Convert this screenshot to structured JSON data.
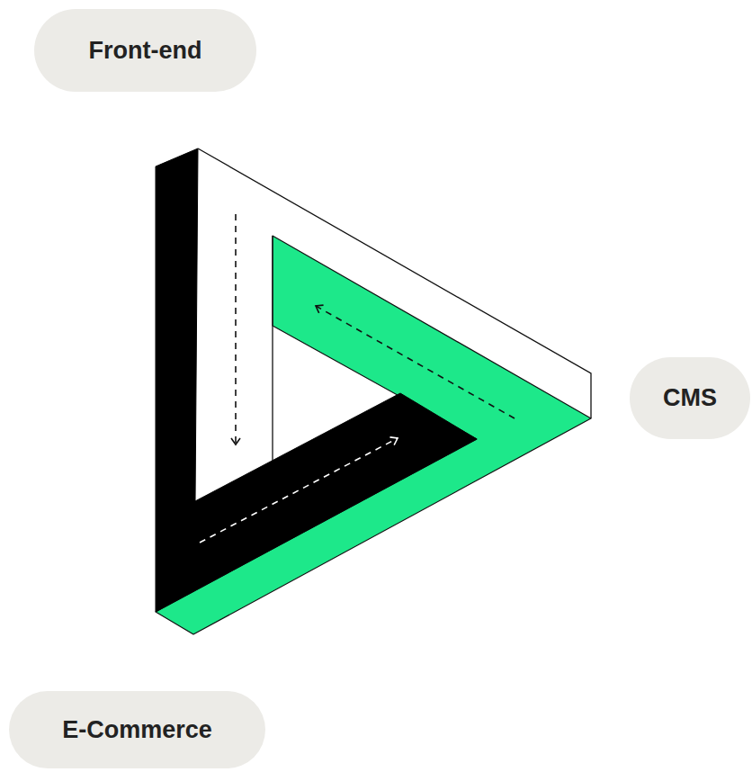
{
  "diagram": {
    "nodes": [
      {
        "text": [
          "Front-end"
        ]
      },
      {
        "text": [
          "CMS"
        ]
      },
      {
        "text": [
          "E-Commerce"
        ]
      }
    ]
  }
}
